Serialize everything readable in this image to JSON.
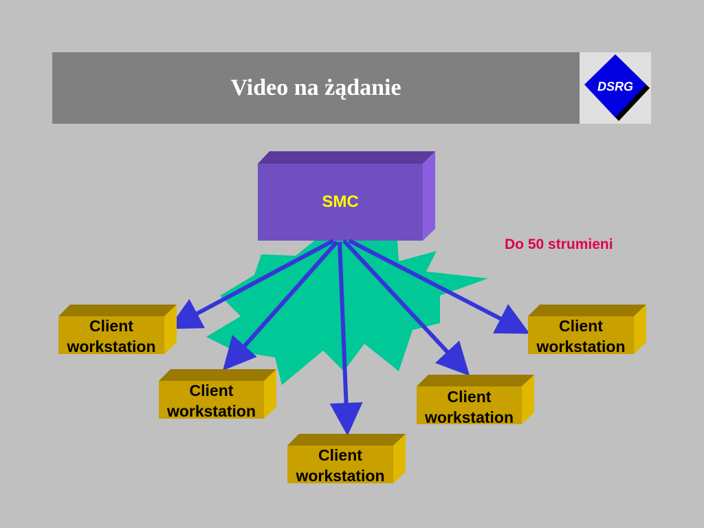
{
  "title": "Video na żądanie",
  "logo": {
    "text": "DSRG",
    "icon": "dsrg-diamond-logo"
  },
  "colors": {
    "background": "#c0c0c0",
    "title_bar": "#808080",
    "smc_front": "#7050c0",
    "smc_top": "#5a3a9a",
    "smc_side": "#8a60e0",
    "client_front": "#c8a000",
    "client_top": "#9a7a00",
    "client_side": "#e0b800",
    "arrow": "#3535d8",
    "burst": "#00c896",
    "note": "#e0004c"
  },
  "smc": {
    "label": "SMC"
  },
  "note": "Do 50 strumieni",
  "clients": [
    {
      "line1": "Client",
      "line2": "workstation"
    },
    {
      "line1": "Client",
      "line2": "workstation"
    },
    {
      "line1": "Client",
      "line2": "workstation"
    },
    {
      "line1": "Client",
      "line2": "workstation"
    },
    {
      "line1": "Client",
      "line2": "workstation"
    }
  ]
}
